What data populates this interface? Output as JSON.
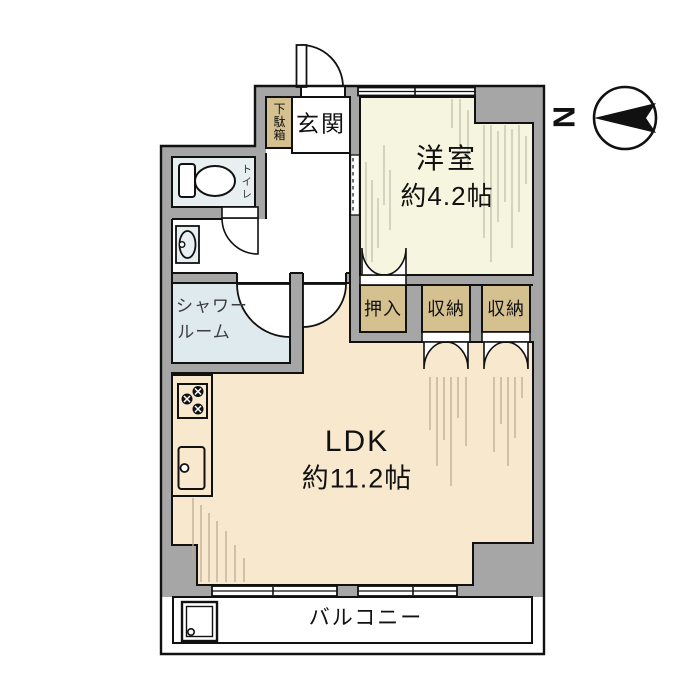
{
  "title": "floor-plan",
  "compass": {
    "north_label": "N"
  },
  "rooms": {
    "genkan": {
      "label": "玄関"
    },
    "getabako": {
      "label": "下駄箱"
    },
    "toilet": {
      "label": "トイレ"
    },
    "western_room": {
      "name": "洋室",
      "size": "約4.2帖"
    },
    "oshiire": {
      "label": "押入"
    },
    "storage1": {
      "label": "収納"
    },
    "storage2": {
      "label": "収納"
    },
    "shower": {
      "label_line1": "シャワー",
      "label_line2": "ルーム"
    },
    "ldk": {
      "name": "LDK",
      "size": "約11.2帖"
    },
    "balcony": {
      "label": "バルコニー"
    }
  },
  "colors": {
    "wall": "#a6a6a6",
    "western_room_floor": "#f5f5e0",
    "ldk_floor": "#f8e9ce",
    "closet": "#d5c190",
    "wet_area": "#e7eff1",
    "shower_floor": "#dfeaee",
    "line": "#111111"
  }
}
